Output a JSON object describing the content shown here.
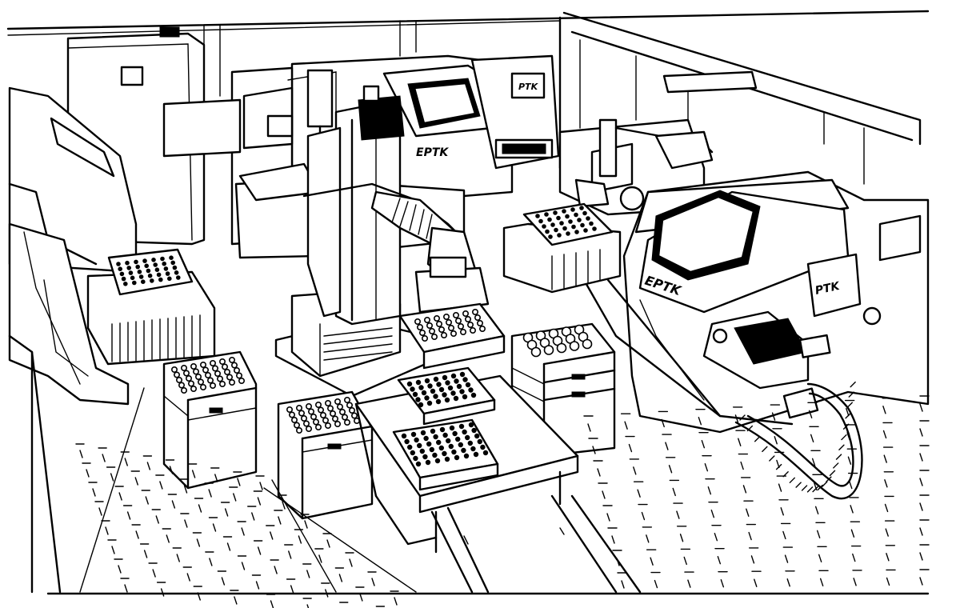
{
  "brands": {
    "logo_small": "PTK",
    "logo_right": "PTK",
    "text_back_machine": "EPTK",
    "text_right_machine": "EPTK"
  },
  "colors": {
    "ink": "#000000",
    "paper": "#ffffff"
  }
}
